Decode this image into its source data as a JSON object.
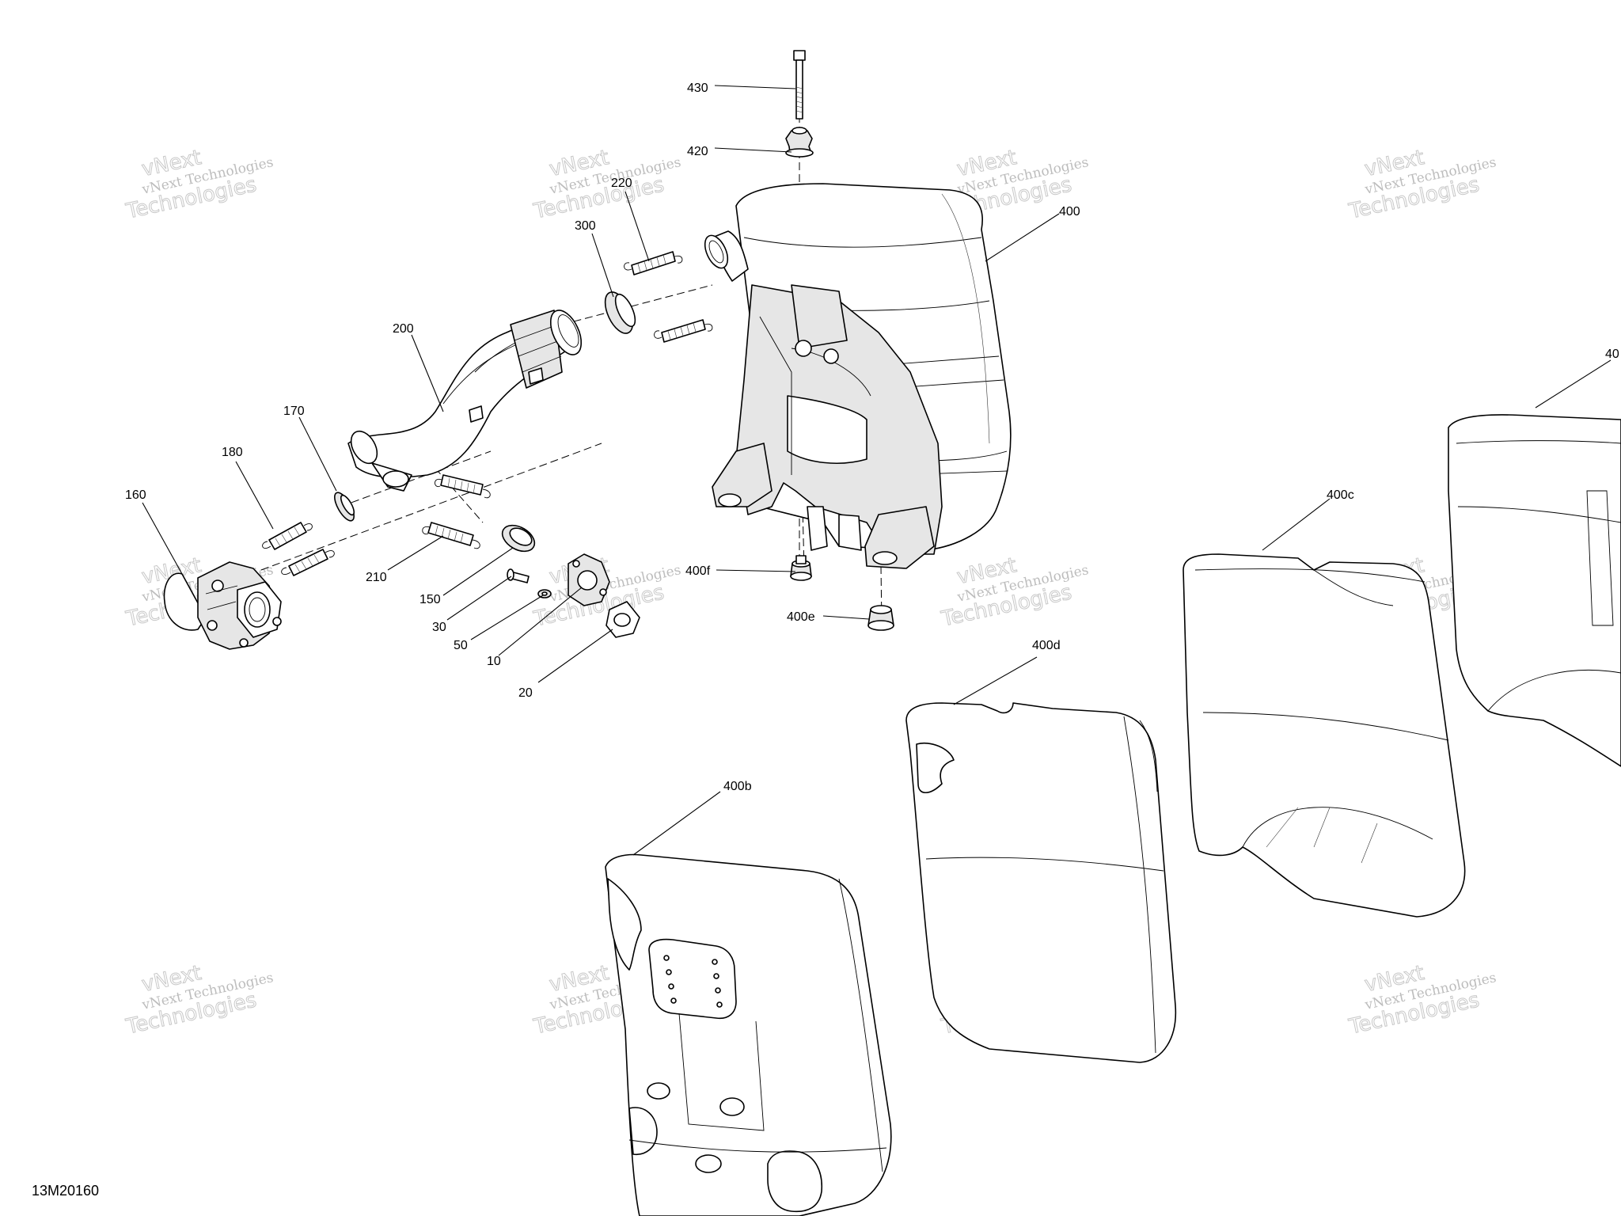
{
  "diagram": {
    "drawing_number": "13M20160",
    "watermark": {
      "line_small": "vNext Technologies",
      "line_big_1": "vNext",
      "line_big_2": "Technologies"
    },
    "callouts": [
      {
        "id": "c430",
        "label": "430"
      },
      {
        "id": "c420",
        "label": "420"
      },
      {
        "id": "c400",
        "label": "400"
      },
      {
        "id": "c400a",
        "label": "40"
      },
      {
        "id": "c220",
        "label": "220"
      },
      {
        "id": "c300",
        "label": "300"
      },
      {
        "id": "c200",
        "label": "200"
      },
      {
        "id": "c170",
        "label": "170"
      },
      {
        "id": "c180",
        "label": "180"
      },
      {
        "id": "c160",
        "label": "160"
      },
      {
        "id": "c210",
        "label": "210"
      },
      {
        "id": "c150",
        "label": "150"
      },
      {
        "id": "c30",
        "label": "30"
      },
      {
        "id": "c50",
        "label": "50"
      },
      {
        "id": "c10",
        "label": "10"
      },
      {
        "id": "c20",
        "label": "20"
      },
      {
        "id": "c400f",
        "label": "400f"
      },
      {
        "id": "c400e",
        "label": "400e"
      },
      {
        "id": "c400c",
        "label": "400c"
      },
      {
        "id": "c400d",
        "label": "400d"
      },
      {
        "id": "c400b",
        "label": "400b"
      }
    ]
  }
}
